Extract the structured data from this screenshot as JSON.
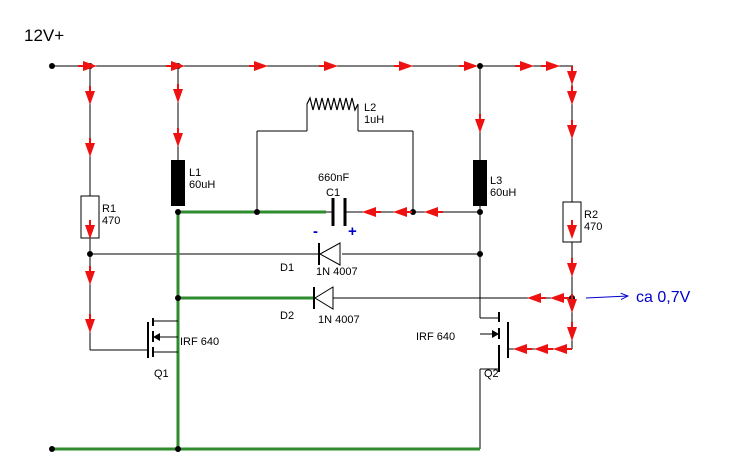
{
  "supply_label": "12V+",
  "annotation": {
    "text": "ca 0,7V",
    "color": "#0000cc"
  },
  "colors": {
    "wire": "#000000",
    "ground_path": "#2e8b2e",
    "current_arrow": "#ee1111",
    "polarity": "#0000cc"
  },
  "components": {
    "r1": {
      "ref": "R1",
      "value": "470"
    },
    "r2": {
      "ref": "R2",
      "value": "470"
    },
    "l1": {
      "ref": "L1",
      "value": "60uH"
    },
    "l2": {
      "ref": "L2",
      "value": "1uH"
    },
    "l3": {
      "ref": "L3",
      "value": "60uH"
    },
    "c1": {
      "ref": "C1",
      "value": "660nF",
      "minus": "-",
      "plus": "+"
    },
    "d1": {
      "ref": "D1",
      "value": "1N 4007"
    },
    "d2": {
      "ref": "D2",
      "value": "1N 4007"
    },
    "q1": {
      "ref": "Q1",
      "value": "IRF 640"
    },
    "q2": {
      "ref": "Q2",
      "value": "IRF 640"
    }
  }
}
